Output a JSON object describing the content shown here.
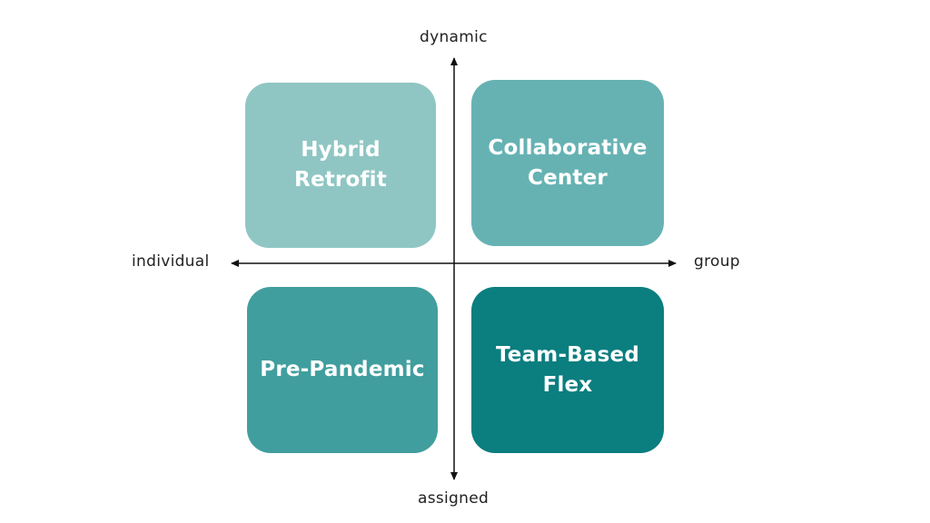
{
  "axes": {
    "top": "dynamic",
    "bottom": "assigned",
    "left": "individual",
    "right": "group",
    "color": "#111111"
  },
  "quadrants": {
    "top_left": {
      "label": "Hybrid\nRetrofit",
      "color": "#8fc6c4"
    },
    "top_right": {
      "label": "Collaborative\nCenter",
      "color": "#66b2b3"
    },
    "bottom_left": {
      "label": "Pre-Pandemic",
      "color": "#419e9e"
    },
    "bottom_right": {
      "label": "Team-Based\nFlex",
      "color": "#0b7e7f"
    }
  }
}
